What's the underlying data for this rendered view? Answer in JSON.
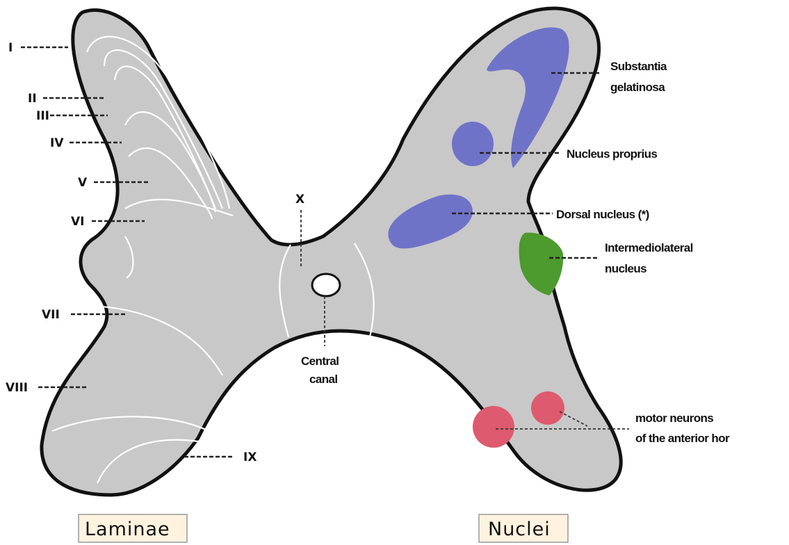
{
  "laminae": {
    "box_label": "Laminae",
    "items": [
      "I",
      "II",
      "III",
      "IV",
      "V",
      "VI",
      "VII",
      "VIII",
      "IX",
      "X"
    ]
  },
  "nuclei": {
    "box_label": "Nuclei",
    "substantia_gelatinosa": [
      "Substantia",
      "gelatinosa"
    ],
    "nucleus_proprius": "Nucleus proprius",
    "dorsal_nucleus": "Dorsal nucleus (*)",
    "intermediolateral": [
      "Intermediolateral",
      "nucleus"
    ],
    "motor_neurons": [
      "motor neurons",
      "of the anterior hor"
    ]
  },
  "central_canal": [
    "Central",
    "canal"
  ],
  "colors": {
    "gray_matter": "#c8c8c8",
    "outline": "#111111",
    "sensory_nuclei": "#6f73c8",
    "autonomic_nucleus": "#4d9a2e",
    "motor_nuclei": "#de5a6e",
    "label_box": "#fff3e0"
  }
}
